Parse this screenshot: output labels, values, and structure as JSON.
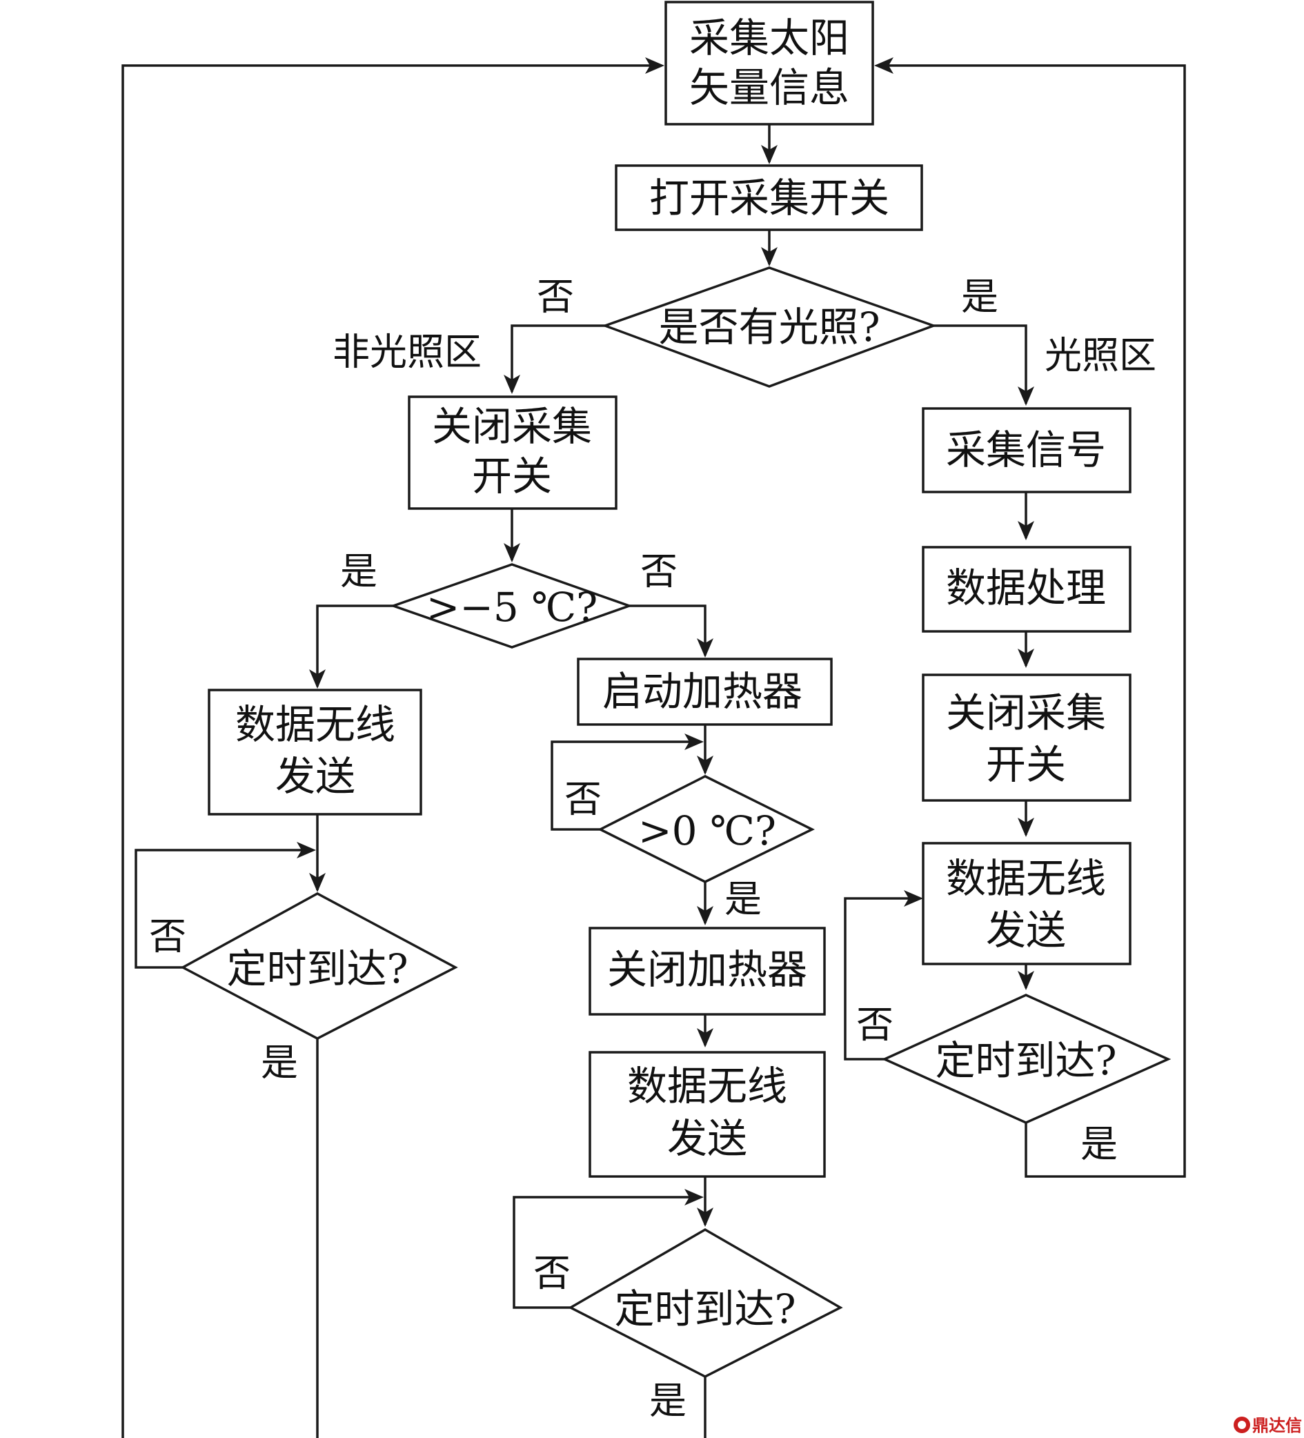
{
  "nodes": {
    "collect_sun_vector": [
      "采集太阳",
      "矢量信息"
    ],
    "open_collect_switch": "打开采集开关",
    "has_light": "是否有光照?",
    "close_collect_switch_left": [
      "关闭采集",
      "开关"
    ],
    "temp_gt_minus5": ">−5 ℃?",
    "send_wireless_left": [
      "数据无线",
      "发送"
    ],
    "timer_left": "定时到达?",
    "start_heater": "启动加热器",
    "temp_gt_0": ">0 ℃?",
    "close_heater": "关闭加热器",
    "send_wireless_mid": [
      "数据无线",
      "发送"
    ],
    "timer_mid": "定时到达?",
    "collect_signal": "采集信号",
    "data_processing": "数据处理",
    "close_collect_switch_right": [
      "关闭采集",
      "开关"
    ],
    "send_wireless_right": [
      "数据无线",
      "发送"
    ],
    "timer_right": "定时到达?"
  },
  "labels": {
    "no": "否",
    "yes": "是",
    "non_lit_zone": "非光照区",
    "lit_zone": "光照区"
  },
  "watermark": {
    "logo_icon": "ddx-logo-icon",
    "text": "鼎达信"
  },
  "colors": {
    "line": "#1a1a1a",
    "watermark": "#cc1f1f"
  }
}
